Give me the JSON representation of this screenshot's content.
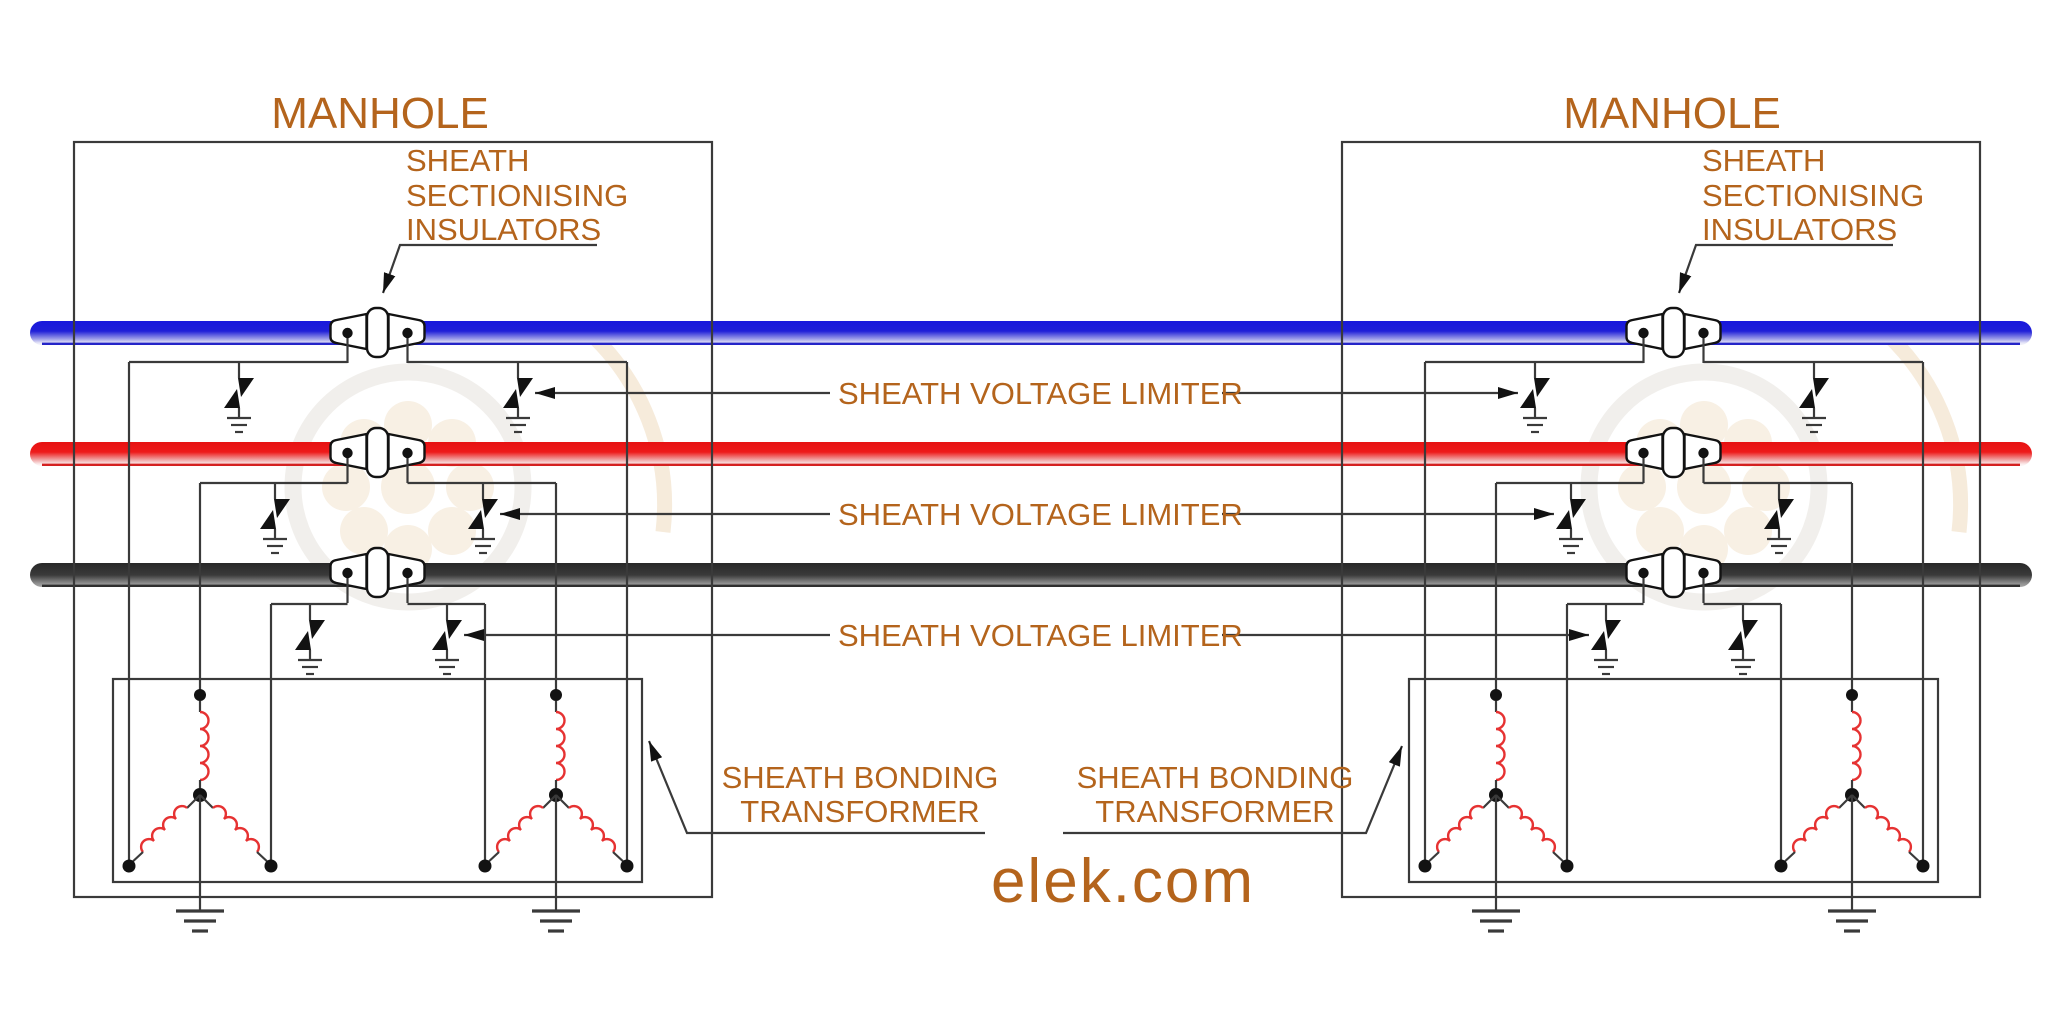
{
  "colors": {
    "accent": "#b4641c",
    "line": "#3a3a3a",
    "ink": "#121212",
    "coil": "#e63232",
    "cable_blue": "#1818dc",
    "cable_blue_edge": "#2424c8",
    "cable_red": "#e61212",
    "cable_red_edge": "#d42020",
    "cable_black": "#282828",
    "cable_black_edge": "#2e2e2e",
    "wm_cream": "#f8f0e4",
    "wm_gray": "#f1efec",
    "wm_swoosh": "#f6ebdb"
  },
  "diagram": {
    "manhole_left": {
      "title": "MANHOLE"
    },
    "manhole_right": {
      "title": "MANHOLE"
    },
    "labels": {
      "sectionising_insulators": [
        "SHEATH",
        "SECTIONISING",
        "INSULATORS"
      ],
      "voltage_limiter": "SHEATH VOLTAGE LIMITER",
      "bonding_transformer": [
        "SHEATH BONDING",
        "TRANSFORMER"
      ],
      "brand": "elek.com"
    },
    "cables": [
      {
        "name": "cable-top",
        "color_name": "blue",
        "hex": "#1818dc"
      },
      {
        "name": "cable-middle",
        "color_name": "red",
        "hex": "#e61212"
      },
      {
        "name": "cable-bottom",
        "color_name": "black",
        "hex": "#282828"
      }
    ]
  }
}
